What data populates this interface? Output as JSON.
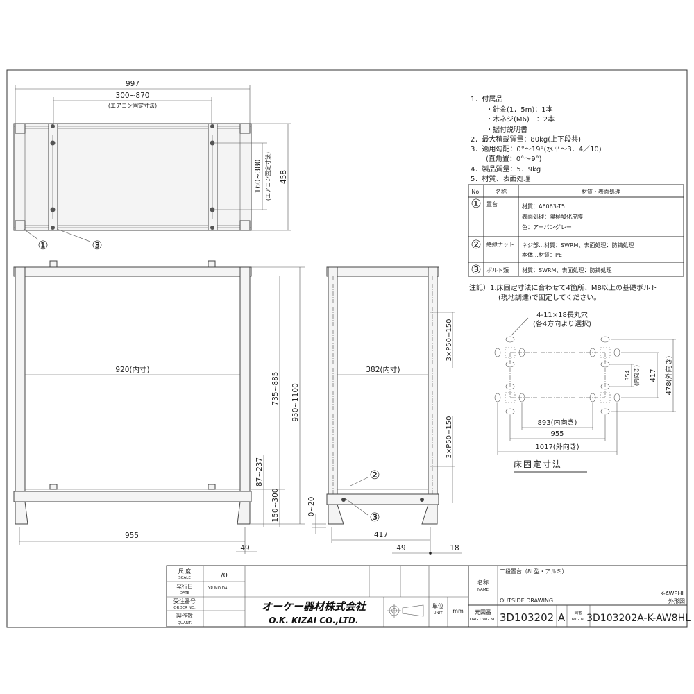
{
  "top_view": {
    "dim_width": "997",
    "dim_fix_range": "300~870",
    "dim_fix_note": "(エアコン固定寸法)",
    "dim_depth": "458",
    "dim_fix_depth": "160~380",
    "dim_fix_depth_note": "(エアコン固定寸法)",
    "callout_1": "①",
    "callout_3": "③"
  },
  "front_view": {
    "dim_inner": "920(内寸)",
    "dim_shelf_height": "735~885",
    "dim_total_height": "950~1100",
    "dim_lower": "87~237",
    "dim_base": "150~300",
    "dim_foot_span": "955",
    "dim_offset": "49"
  },
  "side_view": {
    "dim_inner": "382(内寸)",
    "dim_pitch_upper": "3×P50=150",
    "dim_pitch_lower": "3×P50=150",
    "dim_adjust": "0~20",
    "dim_foot_span": "417",
    "dim_offset": "49",
    "dim_edge": "18",
    "callout_2": "②",
    "callout_3": "③"
  },
  "notes": {
    "lines": [
      "1．付属品",
      "・針金(1．5m)：1本",
      "・木ネジ(M6)　：2本",
      "・据付説明書",
      "2．最大積載質量：80kg(上下段共)",
      "3．適用勾配：0°～19°(水平～3．4／10)",
      "(直角置：0°～9°)",
      "4．製品質量：5．9kg",
      "5．材質、表面処理"
    ]
  },
  "materials_table": {
    "headers": [
      "No.",
      "名称",
      "材質・表面処理"
    ],
    "rows": [
      {
        "no": "①",
        "name": "置台",
        "lines": [
          "材質：A6063-T5",
          "表面処理：陽極酸化皮膜",
          "色：アーバングレー"
        ]
      },
      {
        "no": "②",
        "name": "絶縁ナット",
        "lines": [
          "ネジ部…材質：SWRM、表面処理：防錆処理",
          "本体…材質：PE"
        ]
      },
      {
        "no": "③",
        "name": "ボルト類",
        "lines": [
          "材質：SWRM、表面処理：防錆処理"
        ]
      }
    ]
  },
  "remarks": {
    "line1": "注記）1.床固定寸法に合わせて4箇所、M8以上の基礎ボルト",
    "line2": "(現地調達)で固定してください。"
  },
  "floor_plan": {
    "slot_label": "4-11×18長丸穴",
    "slot_note": "(各4方向より選択)",
    "dim_inner_w": "893(内向き)",
    "dim_center_w": "955",
    "dim_outer_w": "1017(外向き)",
    "dim_inner_d": "354",
    "dim_inner_d_note": "(内向き)",
    "dim_center_d": "417",
    "dim_outer_d": "478(外向き)",
    "title": "床固定寸法"
  },
  "title_block": {
    "scale_label": "尺 度",
    "scale_label_en": "SCALE",
    "scale_value": "∕0",
    "date_label": "発行日",
    "date_label_en": "DATE",
    "date_value": "YR  MO  DA",
    "order_label": "受注番号",
    "order_label_en": "ORDER NO.",
    "quant_label": "製作数",
    "quant_label_en": "QUANT.",
    "company_jp": "オーケー器材株式会社",
    "company_en": "O.K. KIZAI CO.,LTD.",
    "unit_label": "単位",
    "unit_label_en": "UNIT",
    "unit_value": "mm",
    "name_label": "名称",
    "name_label_en": "NAME",
    "name_jp": "二段置台（8L型・アルミ）",
    "name_en": "OUTSIDE DRAWING",
    "model": "K-AW8HL",
    "drawing_type": "外形図",
    "orig_label": "元図番",
    "orig_label_en": "ORG DWG.NO",
    "orig_no": "3D103202",
    "revision": "A",
    "dwg_label": "図番",
    "dwg_label_en": "DWG.NO",
    "dwg_no": "3D103202A-K-AW8HL"
  }
}
